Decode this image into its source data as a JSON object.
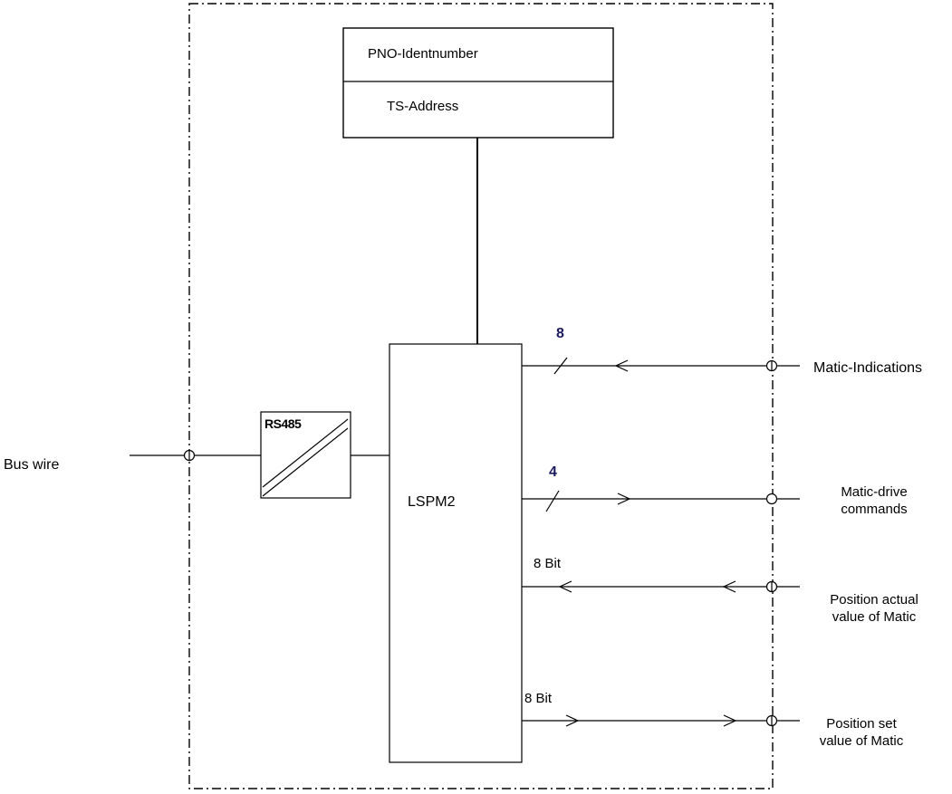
{
  "diagram": {
    "id_box": {
      "top_label": "PNO-Identnumber",
      "bottom_label": "TS-Address"
    },
    "converter_label": "RS485",
    "processor_label": "LSPM2",
    "left_label": "Bus wire",
    "signals": {
      "indications": {
        "label": "Matic-Indications",
        "bus_width": "8"
      },
      "commands": {
        "label": "Matic-drive\ncommands",
        "bus_width": "4"
      },
      "actual_value": {
        "label": "Position actual\nvalue of Matic",
        "bus_width": "8 Bit"
      },
      "set_value": {
        "label": "Position set\nvalue of Matic",
        "bus_width": "8 Bit"
      }
    },
    "colors": {
      "line": "#000000",
      "bus_width_number": "#1a1a5e",
      "background": "#ffffff"
    }
  }
}
